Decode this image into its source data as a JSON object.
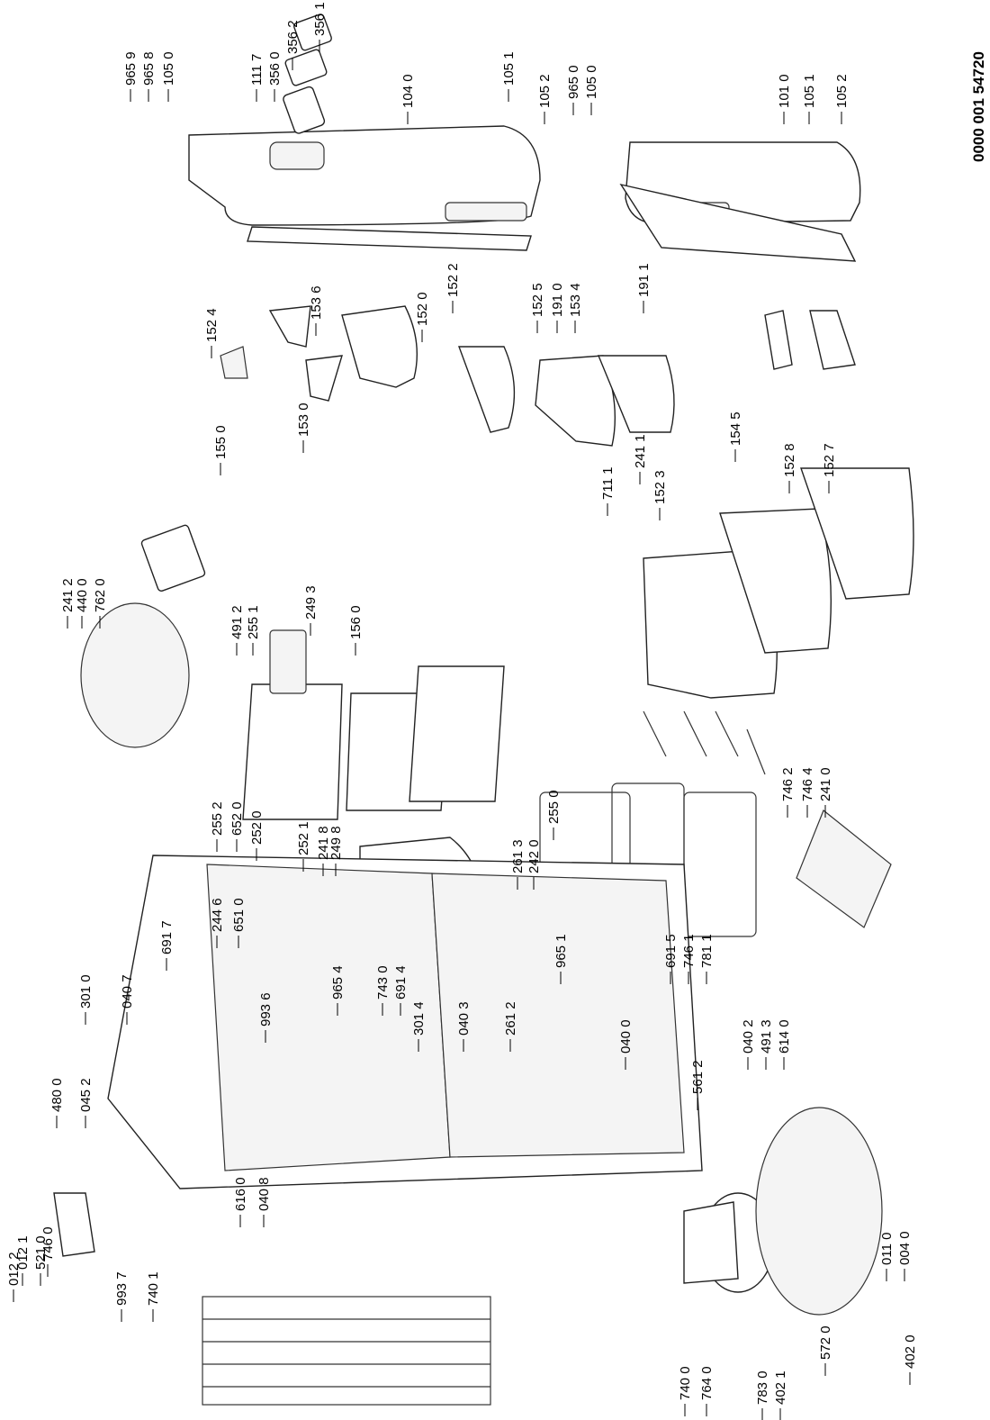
{
  "drawing_code": "0000 001 54720",
  "part_labels": [
    "965 9",
    "965 8",
    "105 0",
    "111 7",
    "356 0",
    "356 2",
    "356 1",
    "104 0",
    "105 1",
    "105 2",
    "965 0",
    "105 0",
    "101 0",
    "105 1",
    "105 2",
    "152 4",
    "153 6",
    "152 0",
    "152 2",
    "152 5",
    "191 0",
    "153 4",
    "191 1",
    "155 0",
    "153 0",
    "711 1",
    "241 1",
    "152 3",
    "154 5",
    "152 8",
    "152 7",
    "241 2",
    "440 0",
    "762 0",
    "491 2",
    "255 1",
    "249 3",
    "156 0",
    "255 2",
    "652 0",
    "252 0",
    "252 1",
    "241 8",
    "249 8",
    "261 3",
    "242 0",
    "255 0",
    "746 2",
    "746 4",
    "241 0",
    "244 6",
    "651 0",
    "965 4",
    "743 0",
    "691 4",
    "691 7",
    "301 0",
    "040 7",
    "993 6",
    "301 4",
    "040 3",
    "261 2",
    "965 1",
    "691 5",
    "746 1",
    "781 1",
    "746 0",
    "480 0",
    "045 2",
    "040 0",
    "040 2",
    "491 3",
    "614 0",
    "561 2",
    "011 0",
    "004 0",
    "012 1",
    "521 0",
    "616 0",
    "040 8",
    "993 7",
    "740 1",
    "740 0",
    "764 0",
    "783 0",
    "402 1",
    "572 0",
    "402 0",
    "012 2"
  ]
}
